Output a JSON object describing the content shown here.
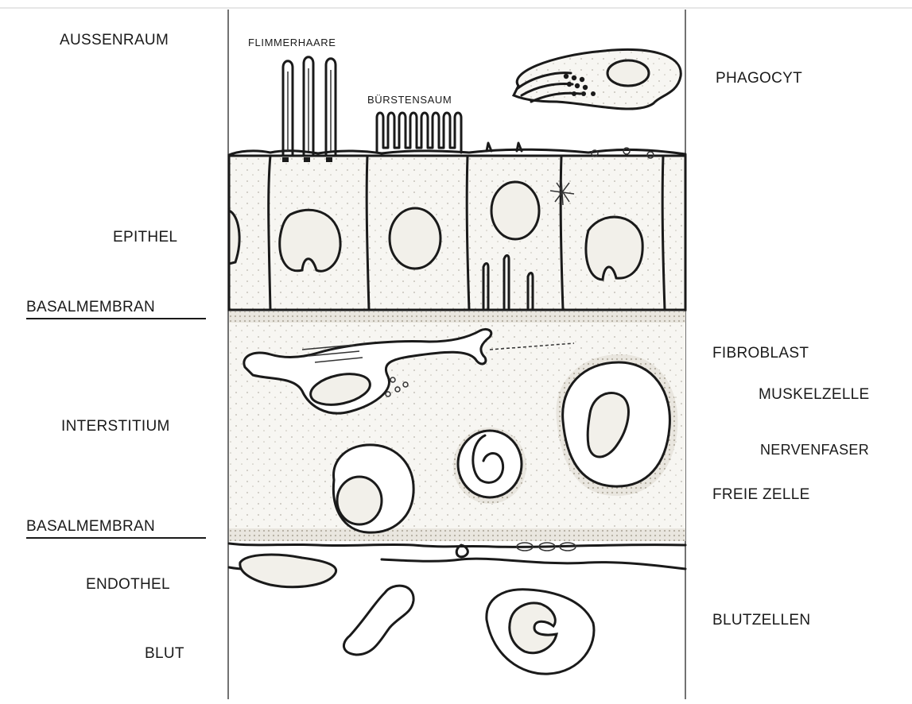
{
  "left_labels": {
    "aussenraum": "AUSSENRAUM",
    "epithel": "EPITHEL",
    "basalmembran_top": "BASALMEMBRAN",
    "interstitium": "INTERSTITIUM",
    "basalmembran_bottom": "BASALMEMBRAN",
    "endothel": "ENDOTHEL",
    "blut": "BLUT"
  },
  "diagram_labels": {
    "flimmerhaare": "FLIMMERHAARE",
    "buerstensaum": "BÜRSTENSAUM"
  },
  "right_labels": {
    "phagocyt": "PHAGOCYT",
    "fibroblast": "FIBROBLAST",
    "muskelzelle": "MUSKELZELLE",
    "nervenfaser": "NERVENFASER",
    "freie_zelle": "FREIE ZELLE",
    "blutzellen": "BLUTZELLEN"
  }
}
